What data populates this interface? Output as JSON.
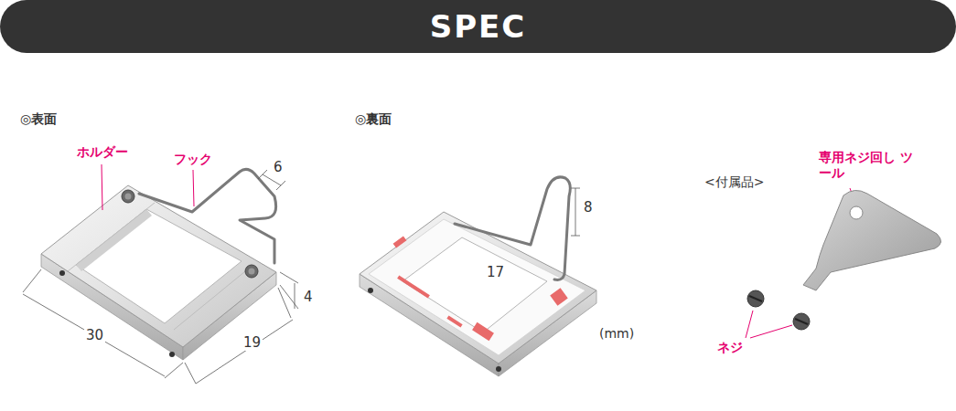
{
  "diagram": {
    "title": "SPEC",
    "labels": [
      "◎表面",
      "ホルダー",
      "フック",
      "6",
      "4",
      "30",
      "19",
      "◎裏面",
      "8",
      "17",
      "(mm)",
      "<付属品>",
      "専用ネジ回し ツール",
      "ネジ"
    ]
  }
}
